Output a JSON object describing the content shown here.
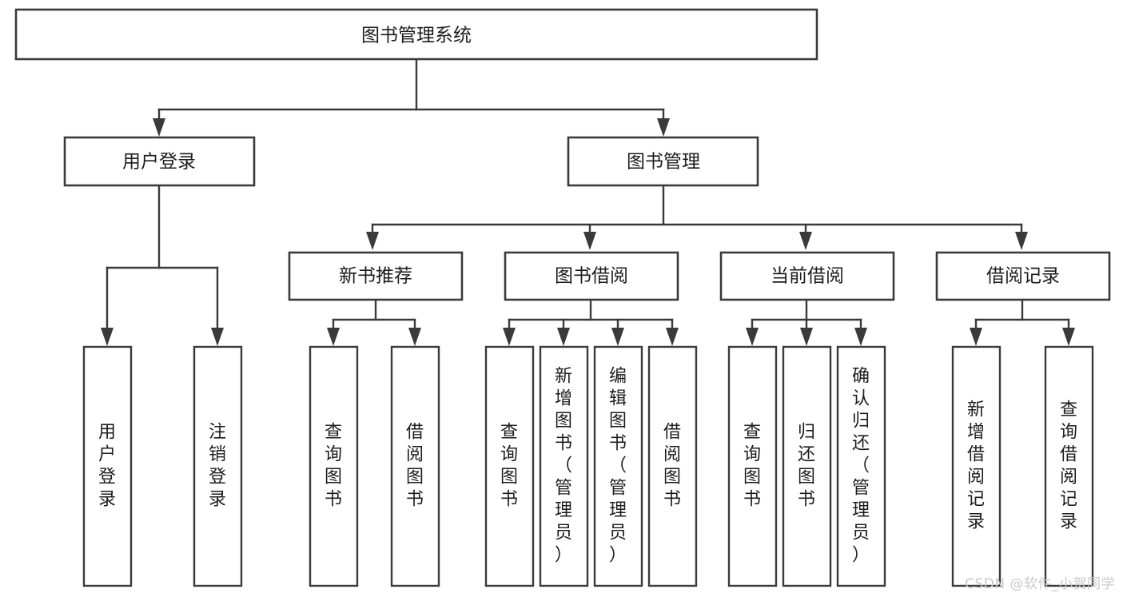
{
  "diagram": {
    "title": "图书管理系统",
    "watermark": "CSDN @软件_小贺同学",
    "colors": {
      "stroke": "#3a3a3a",
      "text": "#1c1c1c",
      "background": "#ffffff",
      "watermark": "#c9c9c9"
    },
    "root": {
      "label": "图书管理系统"
    },
    "level2": [
      {
        "label": "用户登录"
      },
      {
        "label": "图书管理"
      }
    ],
    "level3": [
      {
        "label": "新书推荐"
      },
      {
        "label": "图书借阅"
      },
      {
        "label": "当前借阅"
      },
      {
        "label": "借阅记录"
      }
    ],
    "leaves": {
      "user_login": [
        {
          "label": "用户登录"
        },
        {
          "label": "注销登录"
        }
      ],
      "new_book": [
        {
          "label": "查询图书"
        },
        {
          "label": "借阅图书"
        }
      ],
      "book_borrow": [
        {
          "label": "查询图书"
        },
        {
          "label": "新增图书（管理员）"
        },
        {
          "label": "编辑图书（管理员）"
        },
        {
          "label": "借阅图书"
        }
      ],
      "current_borrow": [
        {
          "label": "查询图书"
        },
        {
          "label": "归还图书"
        },
        {
          "label": "确认归还（管理员）"
        }
      ],
      "borrow_record": [
        {
          "label": "新增借阅记录"
        },
        {
          "label": "查询借阅记录"
        }
      ]
    }
  }
}
